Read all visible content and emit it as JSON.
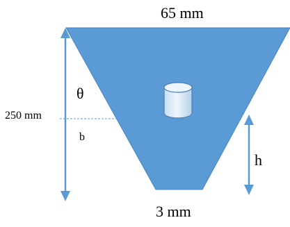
{
  "labels": {
    "top_width": "65 mm",
    "bottom_width": "3 mm",
    "height": "250 mm",
    "angle": "θ",
    "base_segment": "b",
    "level": "h"
  },
  "colors": {
    "fill": "#5b9bd5",
    "fill_stroke": "#4a85c0",
    "arrow": "#5b9bd5",
    "cylinder_body": "#dbe9f6",
    "cylinder_stroke": "#4a7fb5"
  },
  "icons": {
    "object": "cylinder-icon"
  }
}
